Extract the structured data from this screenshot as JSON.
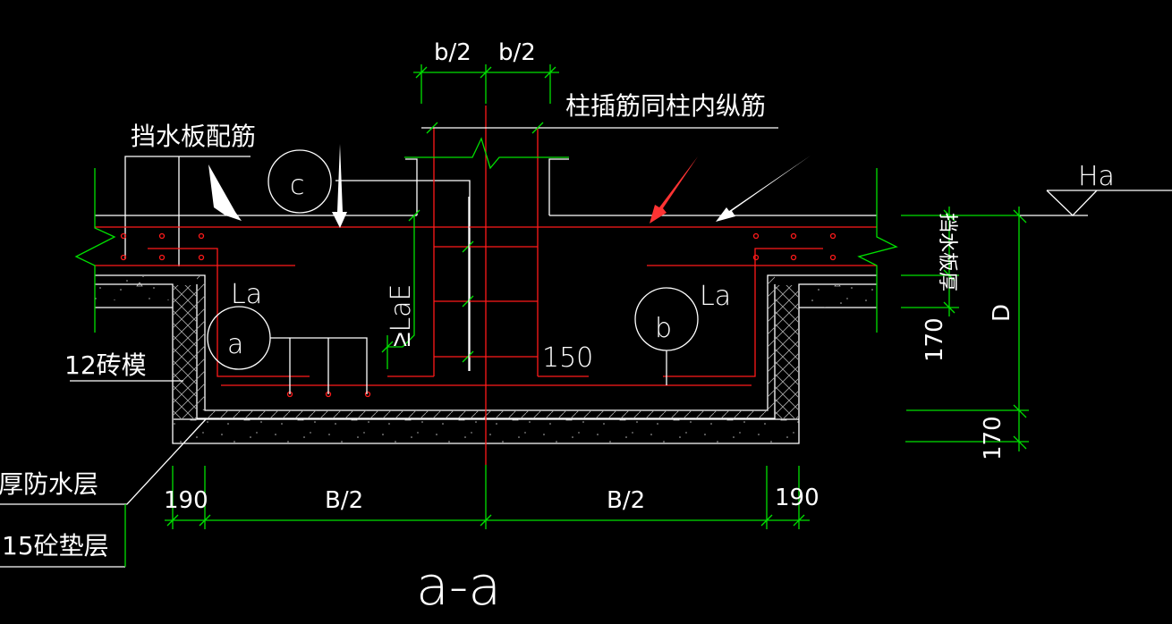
{
  "drawing": {
    "title": "a-a",
    "colors": {
      "background": "#000000",
      "outline": "#ffffff",
      "rebar": "#ff1a1a",
      "dimension": "#00e000",
      "arrow_red": "#ff3333",
      "arrow_white": "#ffffff"
    },
    "labels": {
      "baffle_rebar": "挡水板配筋",
      "column_dowel": "柱插筋同柱内纵筋",
      "brick_form": "12砖模",
      "waterproof": "厚防水层",
      "cushion": "15砼垫层",
      "baffle_thickness": "挡水板厚",
      "anchorage_lae": "≥LaE",
      "elevation": "Ha",
      "la_left": "La",
      "la_right": "La",
      "spacing_150": "150"
    },
    "markers": {
      "a": "a",
      "b": "b",
      "c": "c"
    },
    "dimensions": {
      "b_half_left": "b/2",
      "b_half_right": "b/2",
      "B_half_left": "B/2",
      "B_half_right": "B/2",
      "wall_left": "190",
      "wall_right": "190",
      "depth": "D",
      "depth_part": "170",
      "bottom_thickness": "170"
    }
  }
}
